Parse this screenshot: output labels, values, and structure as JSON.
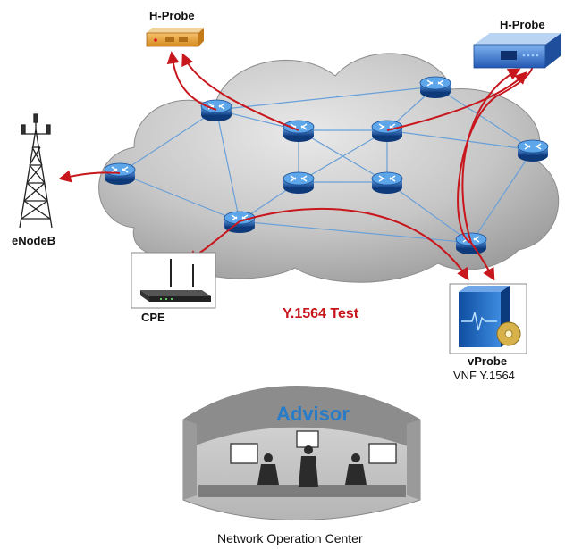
{
  "labels": {
    "hprobe_left": "H-Probe",
    "hprobe_right": "H-Probe",
    "enodeb": "eNodeB",
    "cpe": "CPE",
    "test": "Y.1564 Test",
    "vprobe": "vProbe",
    "vnf": "VNF Y.1564",
    "advisor": "Advisor",
    "noc": "Network Operation Center"
  },
  "colors": {
    "arrow": "#c8161d",
    "router": "#1f66b8",
    "link": "#6aa0d8",
    "advisor": "#2a7cc7",
    "cloud": "#a9a9a9"
  },
  "icons": [
    "router-icon",
    "cell-tower-icon",
    "wifi-router-icon",
    "rack-probe-icon",
    "software-box-icon",
    "operator-icon"
  ]
}
